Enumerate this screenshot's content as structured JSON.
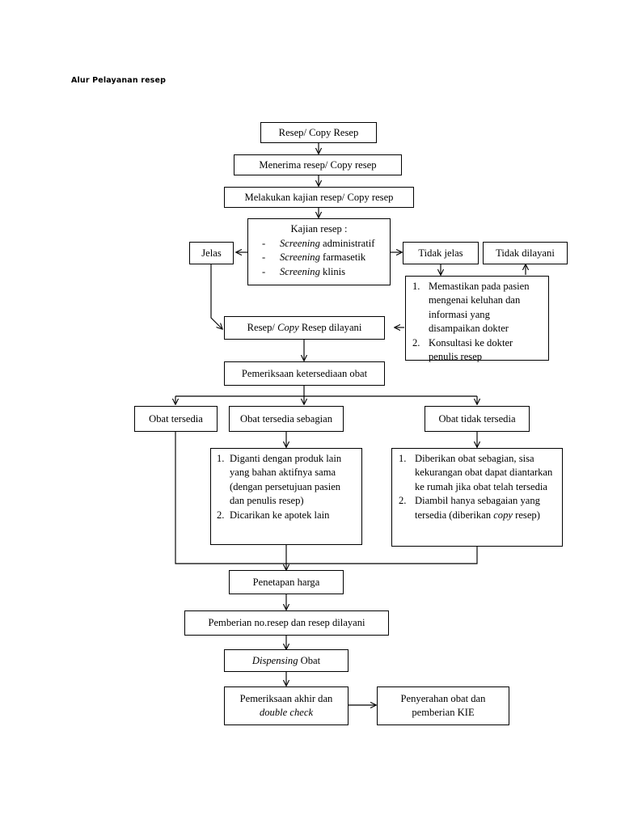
{
  "document": {
    "title": "Alur Pelayanan resep",
    "background_color": "#ffffff",
    "line_color": "#000000"
  },
  "chart_data": {
    "type": "diagram",
    "diagram_kind": "flowchart",
    "title": "Alur Pelayanan resep",
    "orientation": "top-to-bottom",
    "nodes": [
      {
        "id": "n1",
        "label": "Resep/ Copy Resep",
        "shape": "rect"
      },
      {
        "id": "n2",
        "label": "Menerima resep/ Copy resep",
        "shape": "rect"
      },
      {
        "id": "n3",
        "label": "Melakukan kajian resep/ Copy resep",
        "shape": "rect"
      },
      {
        "id": "n4",
        "label": "Kajian resep :",
        "shape": "rect",
        "items": [
          "Screening administratif",
          "Screening farmasetik",
          "Screening  klinis"
        ]
      },
      {
        "id": "n5",
        "label": "Jelas",
        "shape": "rect"
      },
      {
        "id": "n6",
        "label": "Tidak jelas",
        "shape": "rect"
      },
      {
        "id": "n7",
        "label": "Tidak dilayani",
        "shape": "rect"
      },
      {
        "id": "n8",
        "shape": "rect",
        "items": [
          "Memastikan pada pasien mengenai keluhan dan informasi yang disampaikan dokter",
          "Konsultasi ke dokter penulis resep"
        ]
      },
      {
        "id": "n9",
        "label": "Resep/ Copy Resep dilayani",
        "shape": "rect"
      },
      {
        "id": "n10",
        "label": "Pemeriksaan ketersediaan obat",
        "shape": "rect"
      },
      {
        "id": "n11",
        "label": "Obat tersedia",
        "shape": "rect"
      },
      {
        "id": "n12",
        "label": "Obat tersedia sebagian",
        "shape": "rect"
      },
      {
        "id": "n13",
        "label": "Obat tidak tersedia",
        "shape": "rect"
      },
      {
        "id": "n14",
        "shape": "rect",
        "items": [
          "Diganti dengan produk lain yang bahan aktifnya sama (dengan  persetujuan pasien dan  penulis  resep)",
          "Dicarikan ke apotek lain"
        ]
      },
      {
        "id": "n15",
        "shape": "rect",
        "items": [
          "Diberikan obat sebagian, sisa kekurangan obat dapat diantarkan ke rumah jika obat telah tersedia",
          "Diambil hanya sebagaian yang tersedia (diberikan copy resep)"
        ]
      },
      {
        "id": "n16",
        "label": "Penetapan harga",
        "shape": "rect"
      },
      {
        "id": "n17",
        "label": "Pemberian no.resep dan resep dilayani",
        "shape": "rect"
      },
      {
        "id": "n18",
        "label": "Dispensing Obat",
        "shape": "rect"
      },
      {
        "id": "n19",
        "label": "Pemeriksaan akhir dan double check",
        "shape": "rect"
      },
      {
        "id": "n20",
        "label": "Penyerahan obat dan pemberian KIE",
        "shape": "rect"
      }
    ],
    "edges": [
      {
        "from": "n1",
        "to": "n2",
        "dir": "down"
      },
      {
        "from": "n2",
        "to": "n3",
        "dir": "down"
      },
      {
        "from": "n3",
        "to": "n4",
        "dir": "down"
      },
      {
        "from": "n4",
        "to": "n5",
        "dir": "left"
      },
      {
        "from": "n4",
        "to": "n6",
        "dir": "right"
      },
      {
        "from": "n6",
        "to": "n8",
        "dir": "down"
      },
      {
        "from": "n8",
        "to": "n7",
        "dir": "up"
      },
      {
        "from": "n8",
        "to": "n9",
        "dir": "left"
      },
      {
        "from": "n5",
        "to": "n9",
        "dir": "down-right"
      },
      {
        "from": "n9",
        "to": "n10",
        "dir": "down"
      },
      {
        "from": "n10",
        "to": "n11",
        "dir": "down-left"
      },
      {
        "from": "n10",
        "to": "n12",
        "dir": "down"
      },
      {
        "from": "n10",
        "to": "n13",
        "dir": "down-right"
      },
      {
        "from": "n12",
        "to": "n14",
        "dir": "down"
      },
      {
        "from": "n13",
        "to": "n15",
        "dir": "down"
      },
      {
        "from": "n11",
        "to": "n16",
        "dir": "down-right"
      },
      {
        "from": "n14",
        "to": "n16",
        "dir": "down"
      },
      {
        "from": "n15",
        "to": "n16",
        "dir": "down-left"
      },
      {
        "from": "n16",
        "to": "n17",
        "dir": "down"
      },
      {
        "from": "n17",
        "to": "n18",
        "dir": "down"
      },
      {
        "from": "n18",
        "to": "n19",
        "dir": "down"
      },
      {
        "from": "n19",
        "to": "n20",
        "dir": "right"
      }
    ]
  },
  "nodes": {
    "resep_copy_resep": {
      "label": "Resep/ Copy Resep"
    },
    "menerima_resep": {
      "label": "Menerima resep/ Copy resep"
    },
    "melakukan_kajian": {
      "label": "Melakukan kajian resep/ Copy resep"
    },
    "kajian_resep": {
      "title": "Kajian resep :",
      "item_1_em": "Screening",
      "item_1_rest": " administratif",
      "item_2_em": "Screening",
      "item_2_rest": " farmasetik",
      "item_3_em": "Screening",
      "item_3_rest": "  klinis"
    },
    "jelas": {
      "label": "Jelas"
    },
    "tidak_jelas": {
      "label": "Tidak jelas"
    },
    "tidak_dilayani": {
      "label": "Tidak dilayani"
    },
    "konsultasi": {
      "item_1": "Memastikan pada pasien mengenai keluhan dan informasi yang disampaikan dokter",
      "item_2": "Konsultasi ke dokter penulis resep"
    },
    "resep_dilayani_pre": {
      "label": "Resep/ "
    },
    "resep_dilayani_em": {
      "label": "Copy"
    },
    "resep_dilayani_post": {
      "label": " Resep dilayani"
    },
    "pemeriksaan_ketersediaan": {
      "label": "Pemeriksaan ketersediaan obat"
    },
    "obat_tersedia": {
      "label": "Obat tersedia"
    },
    "obat_tersedia_sebagian": {
      "label": "Obat tersedia sebagian"
    },
    "obat_tidak_tersedia": {
      "label": "Obat tidak tersedia"
    },
    "opsi_sebagian": {
      "item_1": "Diganti dengan produk lain yang bahan aktifnya sama (dengan  persetujuan pasien dan  penulis  resep)",
      "item_2": "Dicarikan ke apotek lain"
    },
    "opsi_tidak_tersedia": {
      "item_1": "Diberikan obat sebagian, sisa kekurangan obat dapat diantarkan ke rumah jika obat telah tersedia",
      "item_2_pre": "Diambil hanya sebagaian yang tersedia (diberikan ",
      "item_2_em": "copy",
      "item_2_post": " resep)"
    },
    "penetapan_harga": {
      "label": "Penetapan harga"
    },
    "pemberian_no_resep": {
      "label": "Pemberian no.resep dan resep dilayani"
    },
    "dispensing_em": {
      "label": "Dispensing"
    },
    "dispensing_post": {
      "label": " Obat"
    },
    "pemeriksaan_akhir_line1": {
      "label": "Pemeriksaan akhir dan"
    },
    "pemeriksaan_akhir_line2": {
      "label": "double check"
    },
    "penyerahan_line1": {
      "label": "Penyerahan obat dan"
    },
    "penyerahan_line2": {
      "label": "pemberian KIE"
    }
  }
}
